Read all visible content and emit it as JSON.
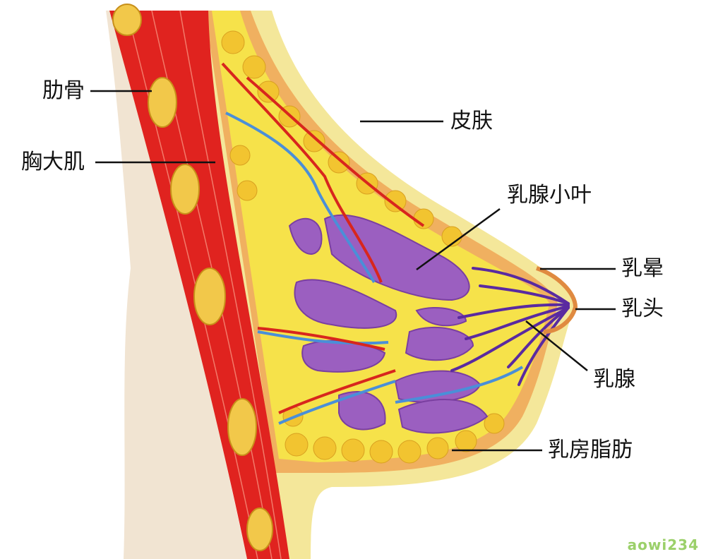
{
  "labels": {
    "rib": "肋骨",
    "pectoralis_major": "胸大肌",
    "skin": "皮肤",
    "lobule": "乳腺小叶",
    "areola": "乳晕",
    "nipple": "乳头",
    "mammary_gland": "乳腺",
    "breast_fat": "乳房脂肪"
  },
  "watermark": "aowi234",
  "colors": {
    "chest_wall": "#f1e4d2",
    "muscle": "#e0231f",
    "rib": "#f2c84a",
    "skin": "#f3e58c",
    "fat": "#f6e24a",
    "lobule": "#9b5fc0",
    "duct": "#5a2aa0",
    "vein": "#4a8fd8",
    "artery": "#d8261d"
  }
}
